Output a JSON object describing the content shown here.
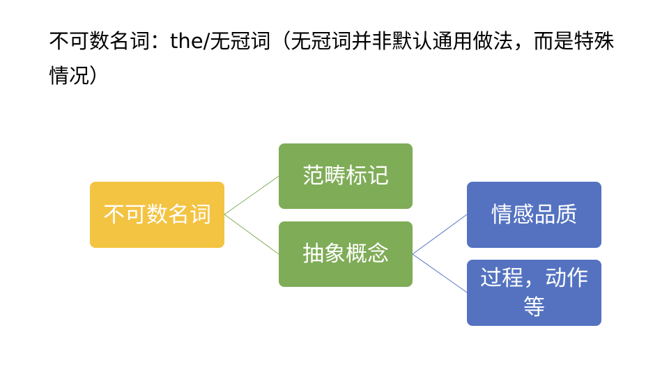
{
  "title": "不可数名词：the/无冠词（无冠词并非默认通用做法，而是特殊情况）",
  "diagram": {
    "root": "不可数名词",
    "level1": [
      "范畴标记",
      "抽象概念"
    ],
    "level2": [
      "情感品质",
      "过程，动作等"
    ]
  },
  "colors": {
    "root": "#F3C342",
    "level1": "#7FAC57",
    "level2": "#5472C0"
  }
}
